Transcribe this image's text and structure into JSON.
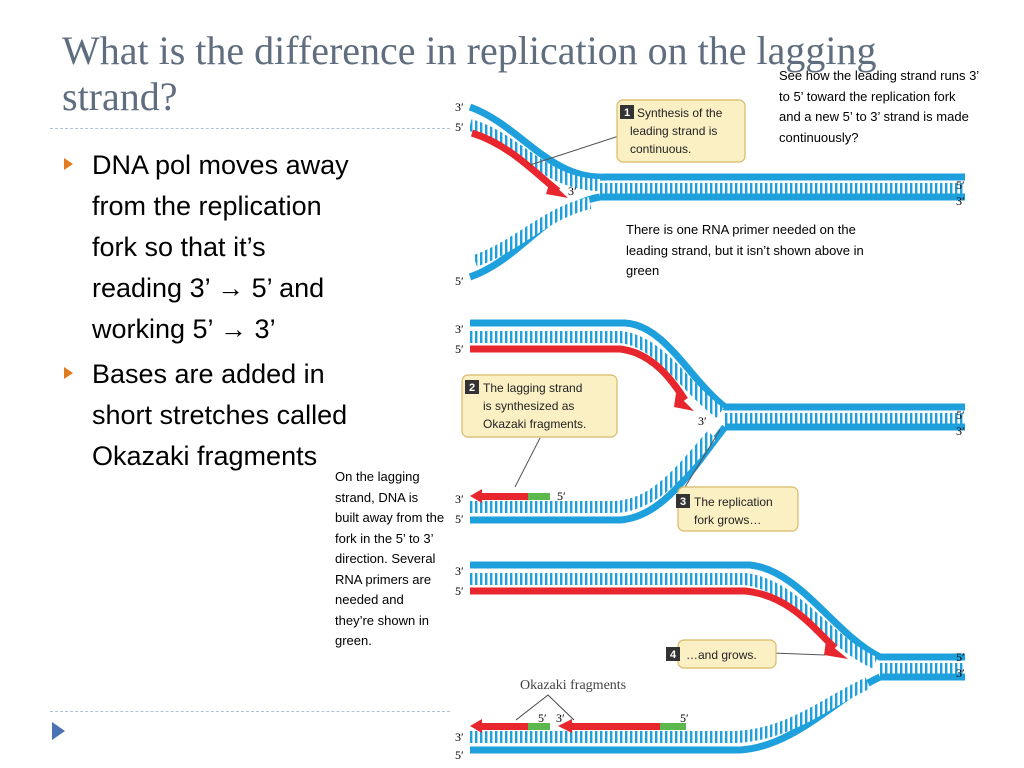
{
  "slide": {
    "title": "What is the difference in replication on the lagging strand?",
    "bullets": [
      "DNA pol moves away from the replication fork so that it’s reading 3’ → 5’ and working 5’ → 3’",
      "Bases are added in short stretches called Okazaki fragments"
    ],
    "notes": {
      "top_right": "See how the leading strand runs 3’ to 5’ toward the replication fork and a new 5’ to 3’ strand is made continuously?",
      "middle": "There is one RNA primer needed on the leading strand, but it isn’t shown above in green",
      "left": "On the lagging strand, DNA is built away from the fork in the 5’ to 3’ direction. Several RNA primers are needed and they’re shown in green."
    }
  },
  "figure": {
    "colors": {
      "template": "#1ea0dc",
      "new_strand": "#e8262e",
      "primer": "#5cb84c",
      "callout": "#fbf0c4"
    },
    "callouts": {
      "c1": {
        "num": "1",
        "lines": [
          "Synthesis of the",
          "leading strand is",
          "continuous."
        ]
      },
      "c2": {
        "num": "2",
        "lines": [
          "The lagging strand",
          "is synthesized as",
          "Okazaki fragments."
        ]
      },
      "c3": {
        "num": "3",
        "lines": [
          "The replication",
          "fork grows…"
        ]
      },
      "c4": {
        "num": "4",
        "lines": [
          "…and grows."
        ]
      }
    },
    "labels": {
      "p1_top_3": "3′",
      "p1_top_5": "5′",
      "p1_new_3": "3′",
      "p1_right_5": "5′",
      "p1_right_3": "3′",
      "p1_bottom_5": "5′",
      "p2_top_3": "3′",
      "p2_top_5": "5′",
      "p2_new_3": "3′",
      "p2_right_5": "5′",
      "p2_right_3": "3′",
      "p2_frag_5": "5′",
      "p2_bottom_3": "3′",
      "p2_bottom_5": "5′",
      "p3_top_3": "3′",
      "p3_top_5": "5′",
      "p3_right_5": "5′",
      "p3_right_3": "3′",
      "p3_frag1_5": "5′",
      "p3_frag1_3": "3′",
      "p3_frag2_5": "5′",
      "p3_bottom_3": "3′",
      "p3_bottom_5": "5′",
      "okazaki": "Okazaki fragments"
    }
  }
}
